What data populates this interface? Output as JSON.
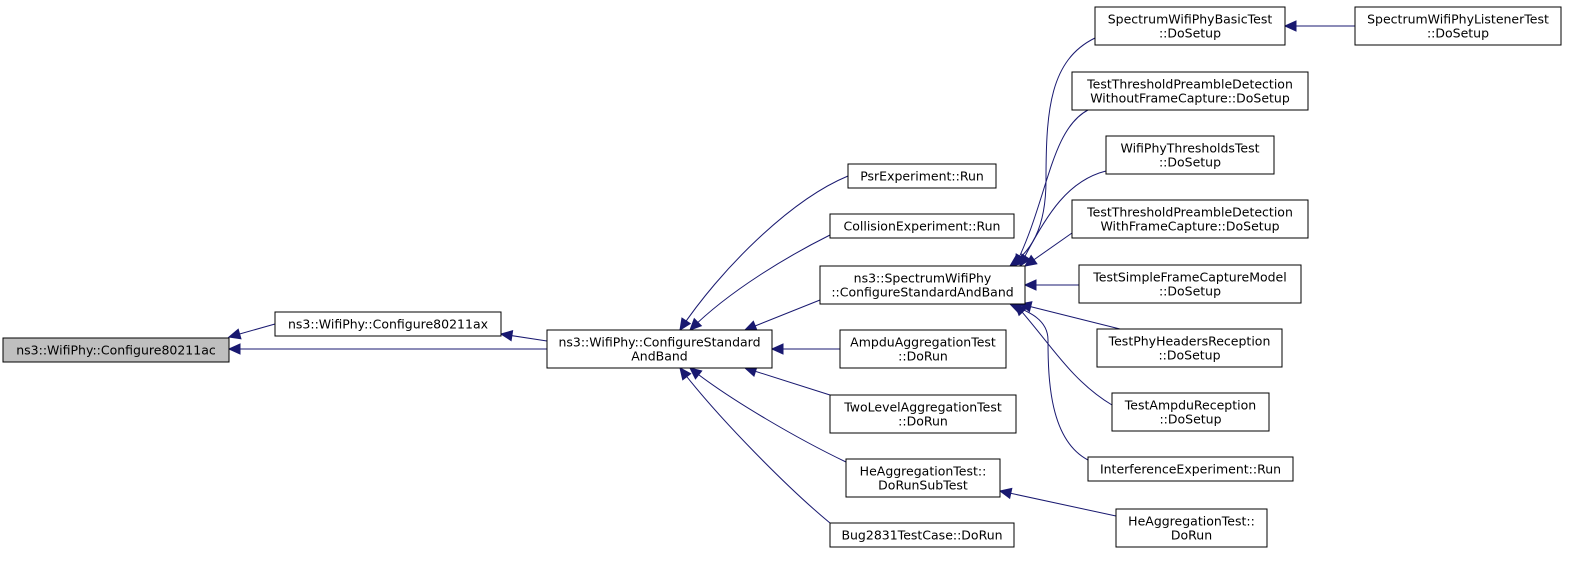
{
  "graph": {
    "nodes": {
      "n_root": [
        "ns3::WifiPhy::Configure80211ac"
      ],
      "n_ax": [
        "ns3::WifiPhy::Configure80211ax"
      ],
      "n_csb": [
        "ns3::WifiPhy::ConfigureStandard",
        "AndBand"
      ],
      "n_psr": [
        "PsrExperiment::Run"
      ],
      "n_coll": [
        "CollisionExperiment::Run"
      ],
      "n_swcsb": [
        "ns3::SpectrumWifiPhy",
        "::ConfigureStandardAndBand"
      ],
      "n_ampdu_agg": [
        "AmpduAggregationTest",
        "::DoRun"
      ],
      "n_twolevel": [
        "TwoLevelAggregationTest",
        "::DoRun"
      ],
      "n_heagg_sub": [
        "HeAggregationTest::",
        "DoRunSubTest"
      ],
      "n_bug": [
        "Bug2831TestCase::DoRun"
      ],
      "n_swbasic": [
        "SpectrumWifiPhyBasicTest",
        "::DoSetup"
      ],
      "n_swlistener": [
        "SpectrumWifiPhyListenerTest",
        "::DoSetup"
      ],
      "n_tpd_without": [
        "TestThresholdPreambleDetection",
        "WithoutFrameCapture::DoSetup"
      ],
      "n_thresholds": [
        "WifiPhyThresholdsTest",
        "::DoSetup"
      ],
      "n_tpd_with": [
        "TestThresholdPreambleDetection",
        "WithFrameCapture::DoSetup"
      ],
      "n_simplecap": [
        "TestSimpleFrameCaptureModel",
        "::DoSetup"
      ],
      "n_headers": [
        "TestPhyHeadersReception",
        "::DoSetup"
      ],
      "n_ampdu_rx": [
        "TestAmpduReception",
        "::DoSetup"
      ],
      "n_interf": [
        "InterferenceExperiment::Run"
      ],
      "n_heagg_run": [
        "HeAggregationTest::",
        "DoRun"
      ]
    },
    "edges": [
      {
        "from": "n_ax",
        "to": "n_root"
      },
      {
        "from": "n_csb",
        "to": "n_root"
      },
      {
        "from": "n_csb",
        "to": "n_ax"
      },
      {
        "from": "n_psr",
        "to": "n_csb"
      },
      {
        "from": "n_coll",
        "to": "n_csb"
      },
      {
        "from": "n_swcsb",
        "to": "n_csb"
      },
      {
        "from": "n_ampdu_agg",
        "to": "n_csb"
      },
      {
        "from": "n_twolevel",
        "to": "n_csb"
      },
      {
        "from": "n_heagg_sub",
        "to": "n_csb"
      },
      {
        "from": "n_bug",
        "to": "n_csb"
      },
      {
        "from": "n_swbasic",
        "to": "n_swcsb"
      },
      {
        "from": "n_tpd_without",
        "to": "n_swcsb"
      },
      {
        "from": "n_thresholds",
        "to": "n_swcsb"
      },
      {
        "from": "n_tpd_with",
        "to": "n_swcsb"
      },
      {
        "from": "n_simplecap",
        "to": "n_swcsb"
      },
      {
        "from": "n_headers",
        "to": "n_swcsb"
      },
      {
        "from": "n_ampdu_rx",
        "to": "n_swcsb"
      },
      {
        "from": "n_interf",
        "to": "n_swcsb"
      },
      {
        "from": "n_swlistener",
        "to": "n_swbasic"
      },
      {
        "from": "n_heagg_run",
        "to": "n_heagg_sub"
      }
    ],
    "colors": {
      "edge": "#191970",
      "node_border": "#000000",
      "root_fill": "#bfbfbf",
      "node_fill": "#ffffff"
    }
  }
}
